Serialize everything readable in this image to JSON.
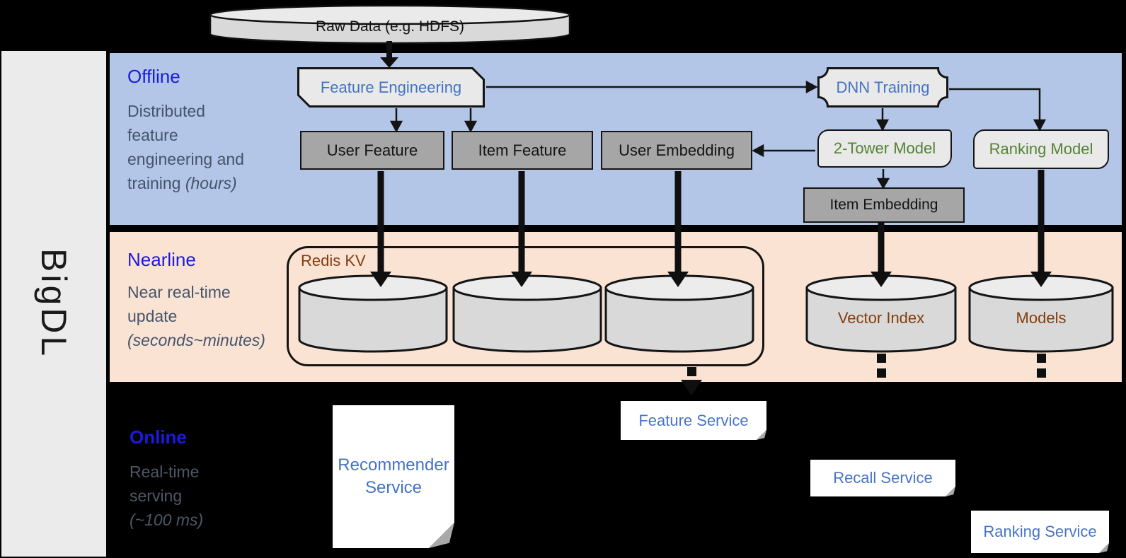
{
  "brand": "BigDL",
  "raw_data_label": "Raw Data (e.g. HDFS)",
  "sections": {
    "offline": {
      "title": "Offline",
      "desc_lines": [
        "Distributed",
        "feature",
        "engineering and"
      ],
      "desc_tail": "training",
      "desc_tail_italic": "(hours)"
    },
    "nearline": {
      "title": "Nearline",
      "desc_lines": [
        "Near real-time",
        "update"
      ],
      "desc_italic": "(seconds~minutes)"
    },
    "online": {
      "title": "Online",
      "desc_lines": [
        "Real-time",
        "serving"
      ],
      "desc_italic": "(~100 ms)"
    }
  },
  "nodes": {
    "feature_engineering": "Feature Engineering",
    "dnn_training": "DNN Training",
    "user_feature": "User Feature",
    "item_feature": "Item Feature",
    "user_embedding": "User Embedding",
    "two_tower_model": "2-Tower Model",
    "ranking_model": "Ranking Model",
    "item_embedding": "Item Embedding",
    "redis_kv": "Redis KV",
    "vector_index": "Vector Index",
    "models": "Models",
    "recommender_service": "Recommender Service",
    "feature_service": "Feature Service",
    "recall_service": "Recall Service",
    "ranking_service": "Ranking Service"
  },
  "colors": {
    "offline_band": "#b3c6e7",
    "nearline_band": "#fbe3d4",
    "online_band": "#000000",
    "section_title_blue": "#1a1ae0",
    "description_gray": "#44546a",
    "node_text_blue": "#4472c4",
    "node_text_green": "#548235",
    "storage_text_brown": "#843c0c",
    "service_text_blue": "#4874c8"
  }
}
